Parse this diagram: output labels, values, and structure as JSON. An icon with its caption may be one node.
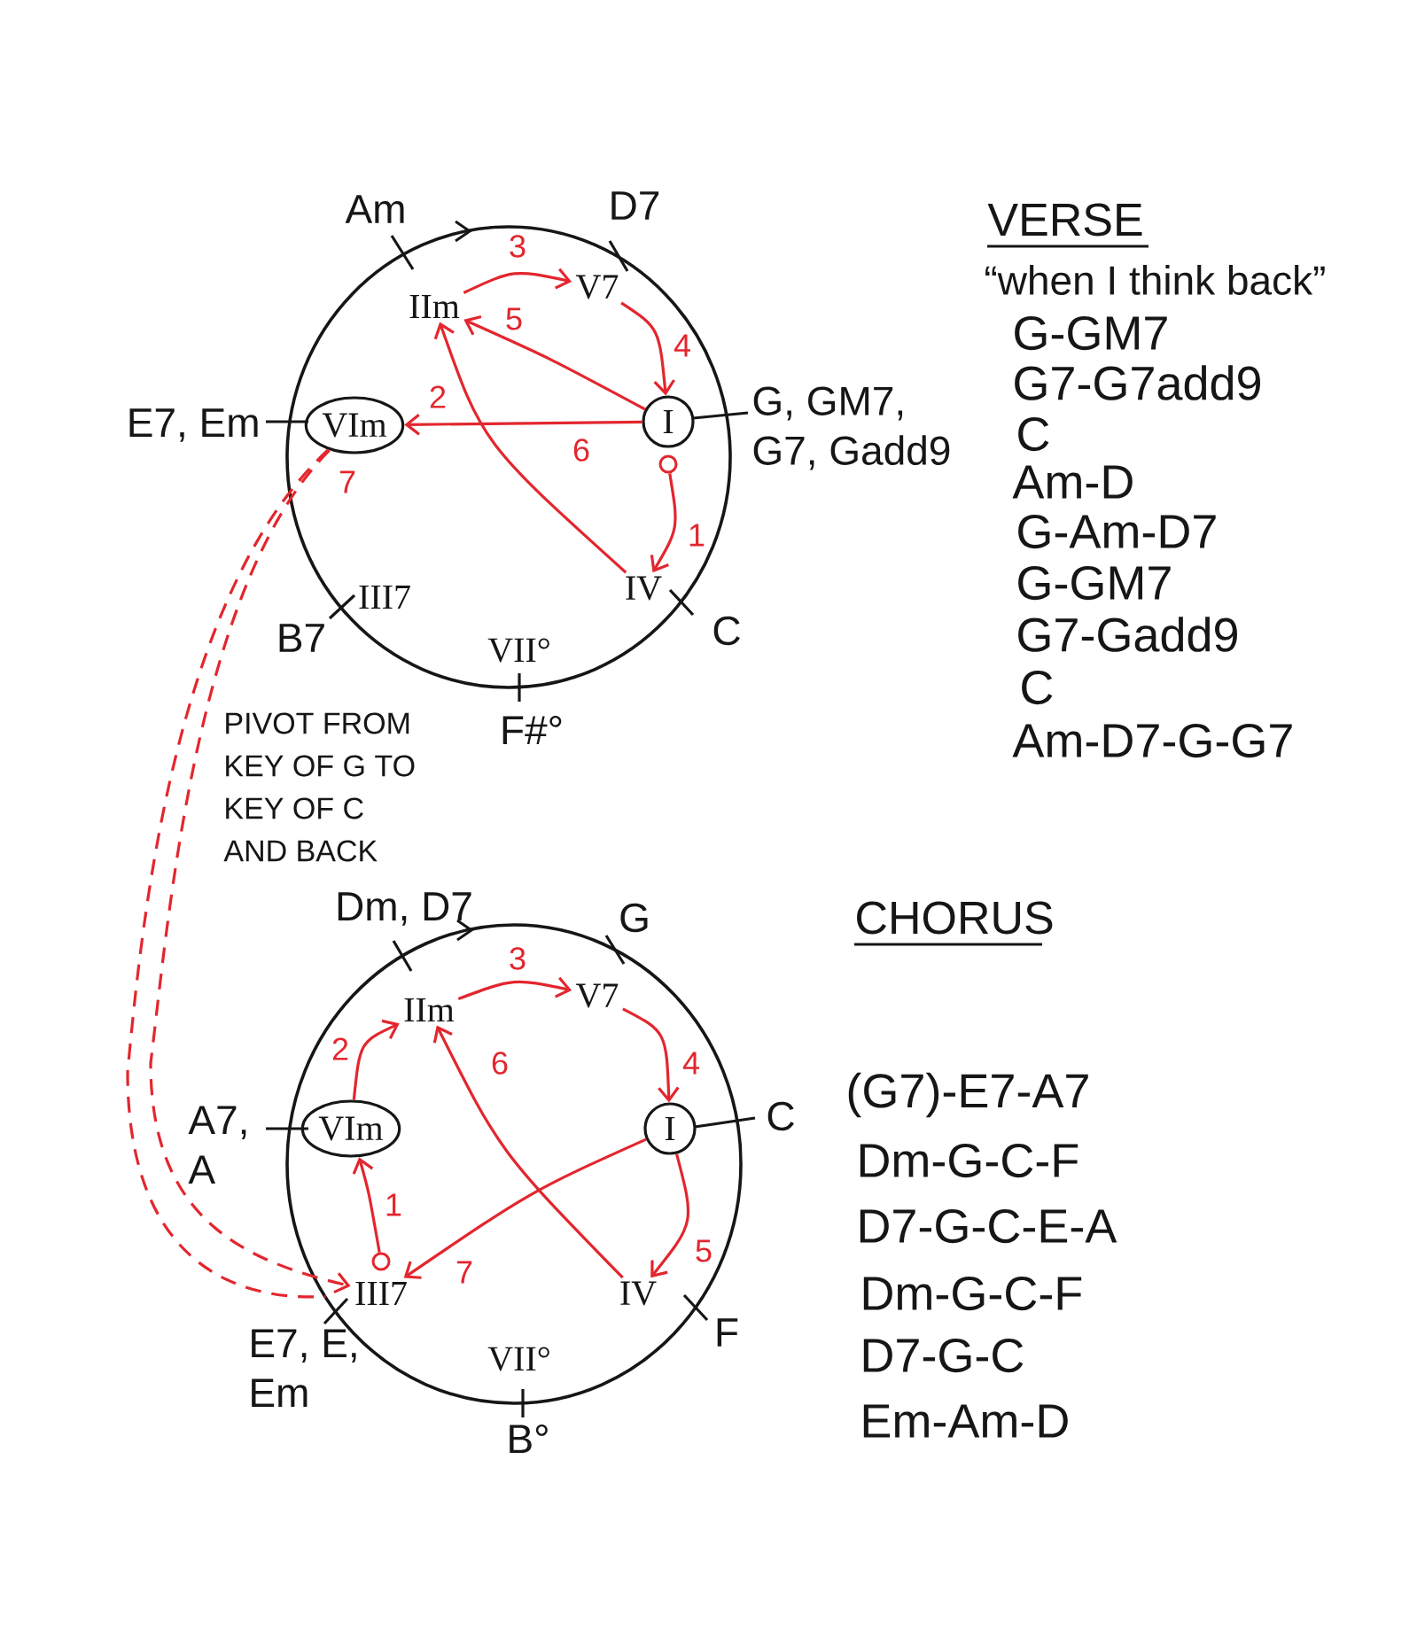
{
  "diagram": {
    "nodes": [
      {
        "text": [],
        "shape": "circle"
      },
      {
        "text": [
          "IIm"
        ],
        "in": 0,
        "beside": [
          "Am"
        ]
      },
      {
        "text": [
          "V7"
        ],
        "in": 0,
        "beside": [
          "D7"
        ]
      },
      {
        "text": [
          "VIm"
        ],
        "in": 0,
        "beside": [
          "E7, Em"
        ]
      },
      {
        "text": [
          "I"
        ],
        "in": 0,
        "beside": [
          "G, GM7, G7, Gadd9"
        ]
      },
      {
        "text": [],
        "shape": "circle",
        "in": 0
      },
      {
        "text": [
          "IV"
        ],
        "in": 0,
        "beside": [
          "C"
        ]
      },
      {
        "text": [
          "III7"
        ],
        "in": 0,
        "beside": [
          "B7"
        ]
      },
      {
        "text": [
          "VII°"
        ],
        "in": 0,
        "beside": [
          "F#°"
        ]
      },
      {
        "text": [],
        "shape": "circle"
      },
      {
        "text": [
          "IIm"
        ],
        "in": 9,
        "beside": [
          "Dm, D7"
        ]
      },
      {
        "text": [
          "V7"
        ],
        "in": 9,
        "beside": [
          "G"
        ]
      },
      {
        "text": [
          "VIm"
        ],
        "in": 9,
        "beside": [
          "A7, A"
        ]
      },
      {
        "text": [
          "I"
        ],
        "in": 9,
        "beside": [
          "C"
        ]
      },
      {
        "text": [],
        "shape": "circle",
        "in": 9
      },
      {
        "text": [
          "III7"
        ],
        "in": 9,
        "beside": [
          "E7, E, Em"
        ]
      },
      {
        "text": [
          "IV"
        ],
        "in": 9,
        "beside": [
          "F"
        ]
      },
      {
        "text": [
          "VII°"
        ],
        "in": 9,
        "beside": [
          "B°"
        ]
      }
    ],
    "edges": [
      {
        "from": 5,
        "to": 6,
        "arrow": "to",
        "label": "1"
      },
      {
        "from": 6,
        "to": 1,
        "arrow": "to",
        "label": "2"
      },
      {
        "from": 1,
        "to": 2,
        "arrow": "to",
        "label": "3"
      },
      {
        "from": 2,
        "to": 4,
        "arrow": "to",
        "label": "4"
      },
      {
        "from": 4,
        "to": 1,
        "arrow": "to",
        "label": "5"
      },
      {
        "from": 4,
        "to": 3,
        "arrow": "to",
        "label": "6"
      },
      {
        "from": 3,
        "to": 15,
        "arrow": "to",
        "label": "7",
        "style": "dashed"
      },
      {
        "from": 3,
        "to": 15,
        "arrow": "none",
        "style": "dashed"
      },
      {
        "from": 14,
        "to": 12,
        "arrow": "to",
        "label": "1"
      },
      {
        "from": 12,
        "to": 10,
        "arrow": "to",
        "label": "2"
      },
      {
        "from": 10,
        "to": 11,
        "arrow": "to",
        "label": "3"
      },
      {
        "from": 11,
        "to": 13,
        "arrow": "to",
        "label": "4"
      },
      {
        "from": 13,
        "to": 16,
        "arrow": "to",
        "label": "5"
      },
      {
        "from": 16,
        "to": 10,
        "arrow": "to",
        "label": "6"
      },
      {
        "from": 13,
        "to": 15,
        "arrow": "to",
        "label": "7"
      }
    ],
    "labels": [
      "VERSE",
      "“when I think back”",
      "G-GM7",
      "G7-G7add9",
      "C",
      "Am-D",
      "G-Am-D7",
      "G-GM7",
      "G7-Gadd9",
      "C",
      "Am-D7-G-G7",
      "PIVOT FROM KEY OF G TO KEY OF C AND BACK",
      "CHORUS",
      "(G7)-E7-A7",
      "Dm-G-C-F",
      "D7-G-C-E-A",
      "Dm-G-C-F",
      "D7-G-C",
      "Em-Am-D"
    ]
  }
}
